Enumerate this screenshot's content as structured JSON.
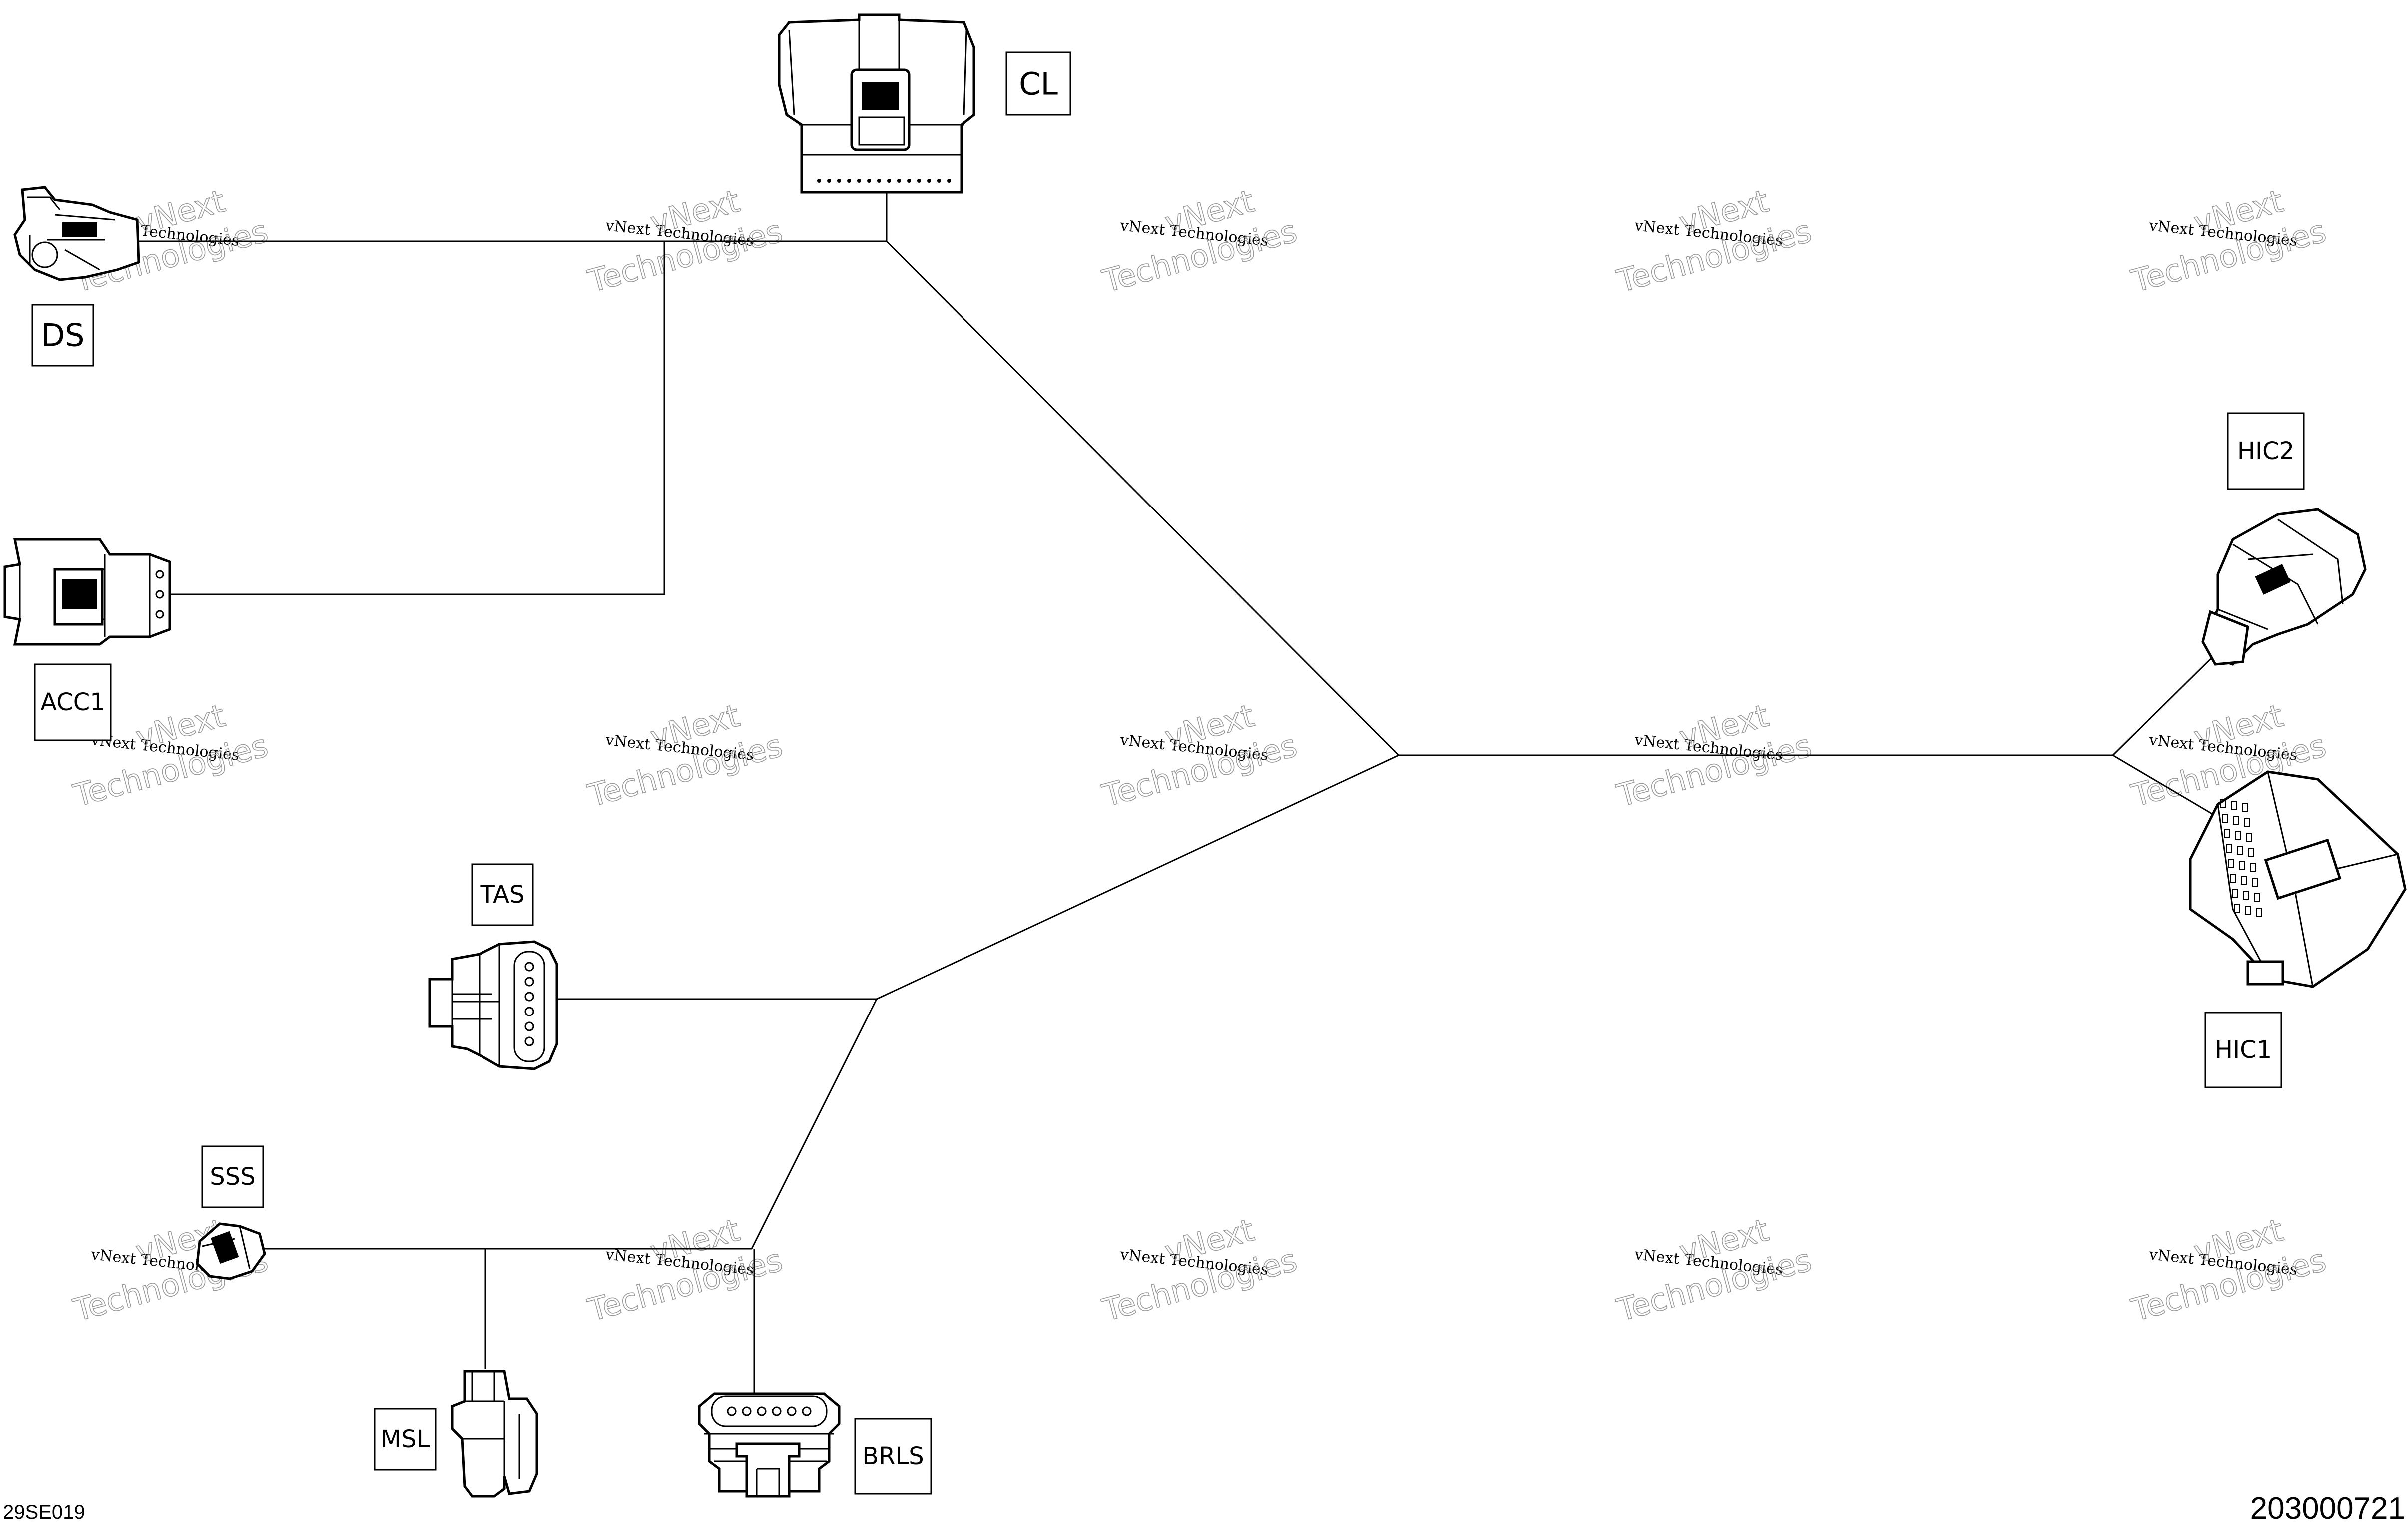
{
  "connectors": [
    {
      "id": "CL",
      "label": "CL"
    },
    {
      "id": "DS",
      "label": "DS"
    },
    {
      "id": "ACC1",
      "label": "ACC1"
    },
    {
      "id": "HIC2",
      "label": "HIC2"
    },
    {
      "id": "HIC1",
      "label": "HIC1"
    },
    {
      "id": "TAS",
      "label": "TAS"
    },
    {
      "id": "SSS",
      "label": "SSS"
    },
    {
      "id": "MSL",
      "label": "MSL"
    },
    {
      "id": "BRLS",
      "label": "BRLS"
    }
  ],
  "watermark": {
    "line1": "vNext Technologies",
    "line2_a": "vNext",
    "line2_b": "Technologies"
  },
  "footer": {
    "left_code": "29SE019",
    "right_code": "203000721"
  }
}
